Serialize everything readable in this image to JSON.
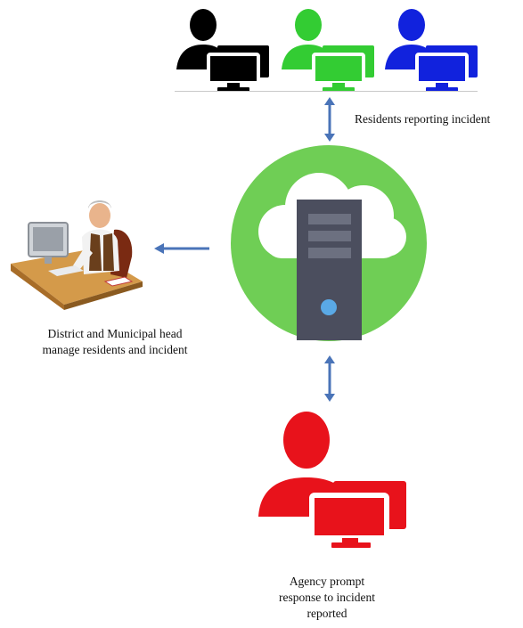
{
  "colors": {
    "resident_1": "#000000",
    "resident_2": "#33cc33",
    "resident_3": "#1122dd",
    "agency": "#e8121b",
    "cloud_circle": "#6fce55",
    "server": "#4b4e5e",
    "server_led": "#5aa9e6",
    "arrow": "#4a74b8"
  },
  "nodes": {
    "residents": {
      "icons": [
        "user-at-computer-icon",
        "user-at-computer-icon",
        "user-at-computer-icon"
      ],
      "caption": "Residents reporting incident"
    },
    "cloud_server": {
      "icon": "cloud-server-icon"
    },
    "district_head": {
      "icon": "office-worker-at-desk-icon",
      "caption_line1": "District and Municipal head",
      "caption_line2": "manage residents and incident"
    },
    "agency": {
      "icon": "user-at-computer-icon",
      "caption_line1": "Agency prompt",
      "caption_line2": "response to incident",
      "caption_line3": "reported"
    }
  }
}
